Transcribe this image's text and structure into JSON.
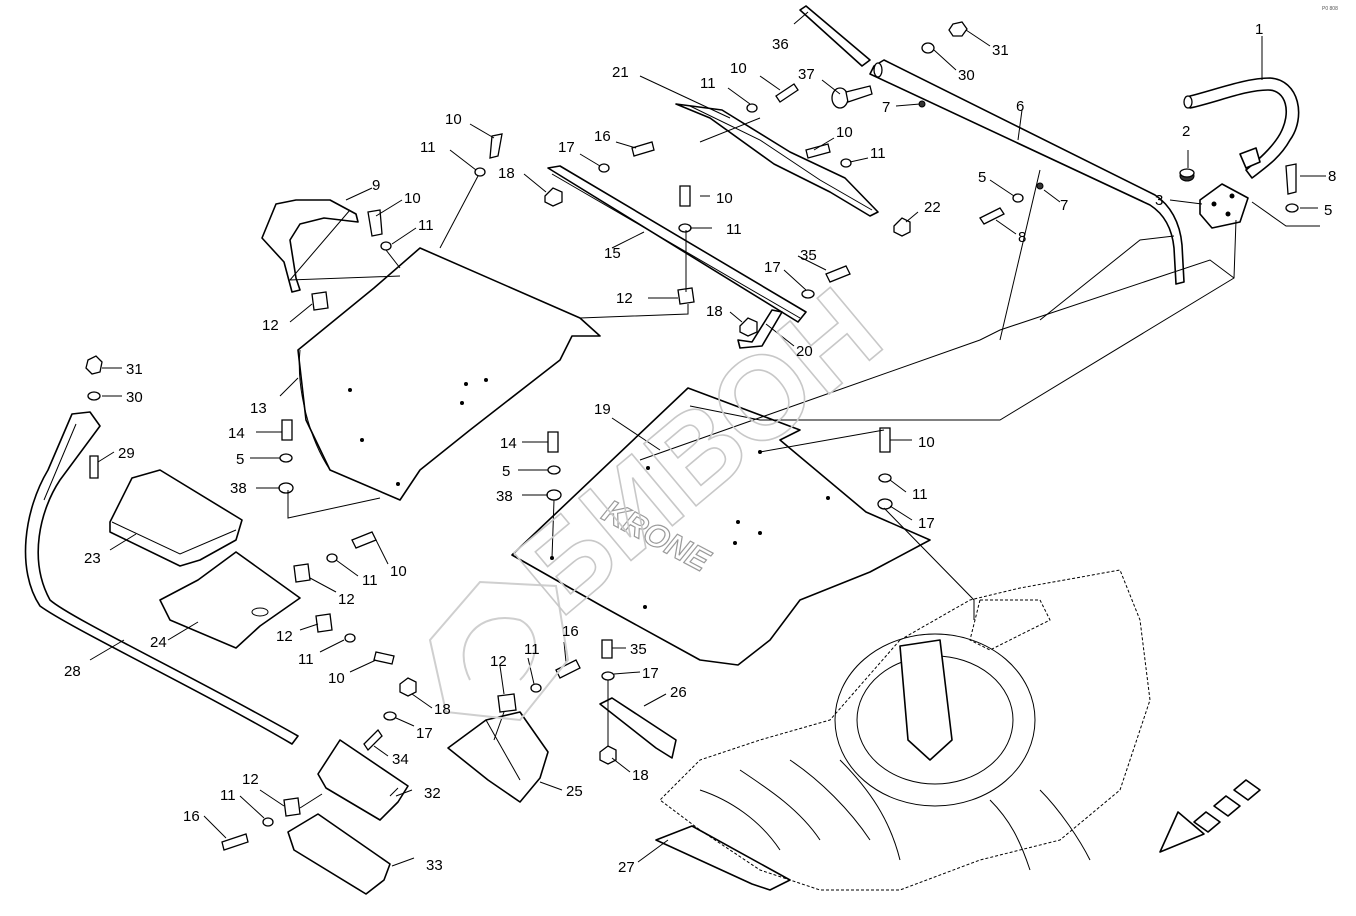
{
  "corner_code": "P0 808",
  "brand_label": "KRONE",
  "watermark_text": "БИВОН",
  "callouts": {
    "c1": "1",
    "c2": "2",
    "c3": "3",
    "c5a": "5",
    "c5b": "5",
    "c5c": "5",
    "c5d": "5",
    "c6": "6",
    "c7a": "7",
    "c7b": "7",
    "c8a": "8",
    "c8b": "8",
    "c9": "9",
    "c10a": "10",
    "c10b": "10",
    "c10c": "10",
    "c10d": "10",
    "c10e": "10",
    "c10f": "10",
    "c10g": "10",
    "c10h": "10",
    "c11a": "11",
    "c11b": "11",
    "c11c": "11",
    "c11d": "11",
    "c11e": "11",
    "c11f": "11",
    "c11g": "11",
    "c11h": "11",
    "c11i": "11",
    "c11j": "11",
    "c12a": "12",
    "c12b": "12",
    "c12c": "12",
    "c12d": "12",
    "c12e": "12",
    "c12f": "12",
    "c13": "13",
    "c14a": "14",
    "c14b": "14",
    "c15": "15",
    "c16a": "16",
    "c16b": "16",
    "c16c": "16",
    "c17a": "17",
    "c17b": "17",
    "c17c": "17",
    "c17d": "17",
    "c17e": "17",
    "c18a": "18",
    "c18b": "18",
    "c18c": "18",
    "c18d": "18",
    "c19": "19",
    "c20": "20",
    "c21": "21",
    "c22": "22",
    "c23": "23",
    "c24": "24",
    "c25": "25",
    "c26": "26",
    "c27": "27",
    "c28": "28",
    "c29": "29",
    "c30a": "30",
    "c30b": "30",
    "c31a": "31",
    "c31b": "31",
    "c32": "32",
    "c33": "33",
    "c34": "34",
    "c35a": "35",
    "c35b": "35",
    "c36": "36",
    "c37": "37",
    "c38a": "38",
    "c38b": "38"
  },
  "direction_arrow": "travel-direction-arrow"
}
